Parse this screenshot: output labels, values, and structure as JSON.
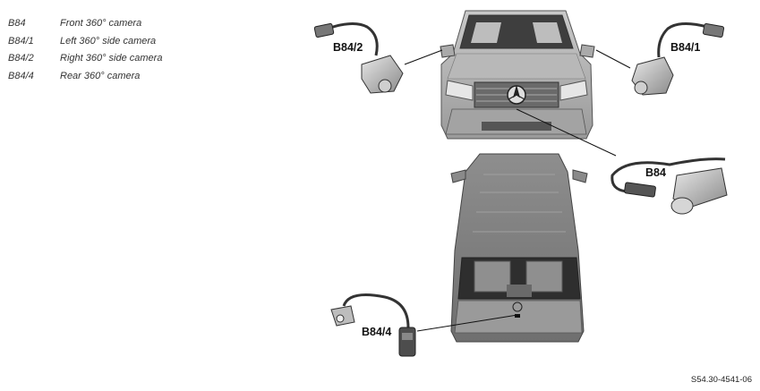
{
  "legend": [
    {
      "code": "B84",
      "desc": "Front 360° camera"
    },
    {
      "code": "B84/1",
      "desc": "Left 360° side camera"
    },
    {
      "code": "B84/2",
      "desc": "Right 360° side camera"
    },
    {
      "code": "B84/4",
      "desc": "Rear 360° camera"
    }
  ],
  "callouts": {
    "b84": "B84",
    "b84_1": "B84/1",
    "b84_2": "B84/2",
    "b84_4": "B84/4"
  },
  "doc_ref": "S54.30-4541-06"
}
